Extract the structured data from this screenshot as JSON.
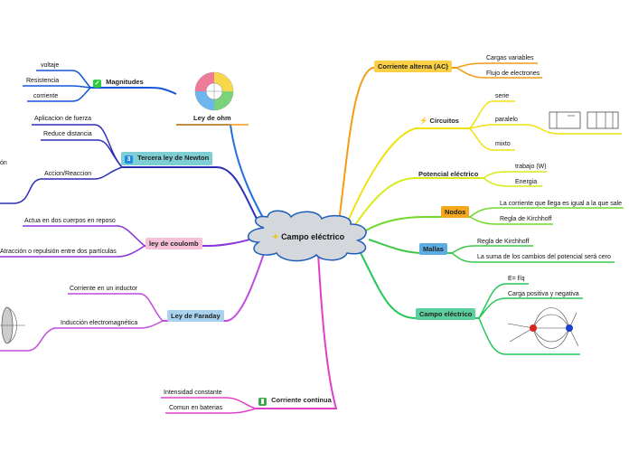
{
  "central": {
    "label": "Campo eléctrico",
    "icon": "sparkle-icon"
  },
  "colors": {
    "ac": "#f39c12",
    "circuitos": "#f1e20e",
    "potencial": "#d9ea1a",
    "nodos": "#f4a81d",
    "mallas": "#5dade2",
    "campo": "#5ccfa0",
    "continua": "#e040c8",
    "faraday": "#a9d2f0",
    "coulomb": "#f6c1d6",
    "newton": "#7ecfd4",
    "magnitudes": "#1456d8",
    "ohm": "#1e88e5"
  },
  "right": {
    "ac": {
      "label": "Corriente alterna (AC)",
      "items": [
        "Cargas variables",
        "Flujo de electrones"
      ]
    },
    "circuitos": {
      "label": "Circuitos",
      "icon": "lightning-icon",
      "items": [
        "serie",
        "paralelo",
        "mixto"
      ]
    },
    "potencial": {
      "label": "Potencial eléctrico",
      "items": [
        "trabajo (W)",
        "Energia"
      ]
    },
    "nodos": {
      "label": "Nodos",
      "items": [
        "La corriente que llega es igual a la que sale",
        "Regla de Kirchhoff"
      ]
    },
    "mallas": {
      "label": "Mallas",
      "items": [
        "Regla de Kirchhoff",
        "La suma de los cambios del potencial será cero"
      ]
    },
    "campo": {
      "label": "Campo eléctrico",
      "items": [
        "E= f/q",
        "Carga positiva y negativa"
      ]
    }
  },
  "left": {
    "ohm": {
      "label": "Ley de ohm"
    },
    "magnitudes": {
      "label": "Magnitudes",
      "icon": "checkmark-icon",
      "items": [
        "voltaje",
        "Resistencia",
        "corriente"
      ]
    },
    "newton": {
      "label": "Tercera ley de Newton",
      "icon_text": "3",
      "items": [
        "Aplicacion de fuerza",
        "Reduce distancia",
        "Accion/Reaccion"
      ],
      "cut_text": "ón"
    },
    "coulomb": {
      "label": "ley de coulomb",
      "items": [
        "Actua en dos cuerpos en reposo",
        "Atracción o repulsión entre dos partículas"
      ]
    },
    "faraday": {
      "label": "Ley de Faraday",
      "items": [
        "Corriente en un inductor",
        "Inducción electromagnética"
      ]
    },
    "continua": {
      "label": "Corriente continua",
      "icon": "book-icon",
      "items": [
        "Intensidad constante",
        "Comun en baterias"
      ]
    }
  }
}
